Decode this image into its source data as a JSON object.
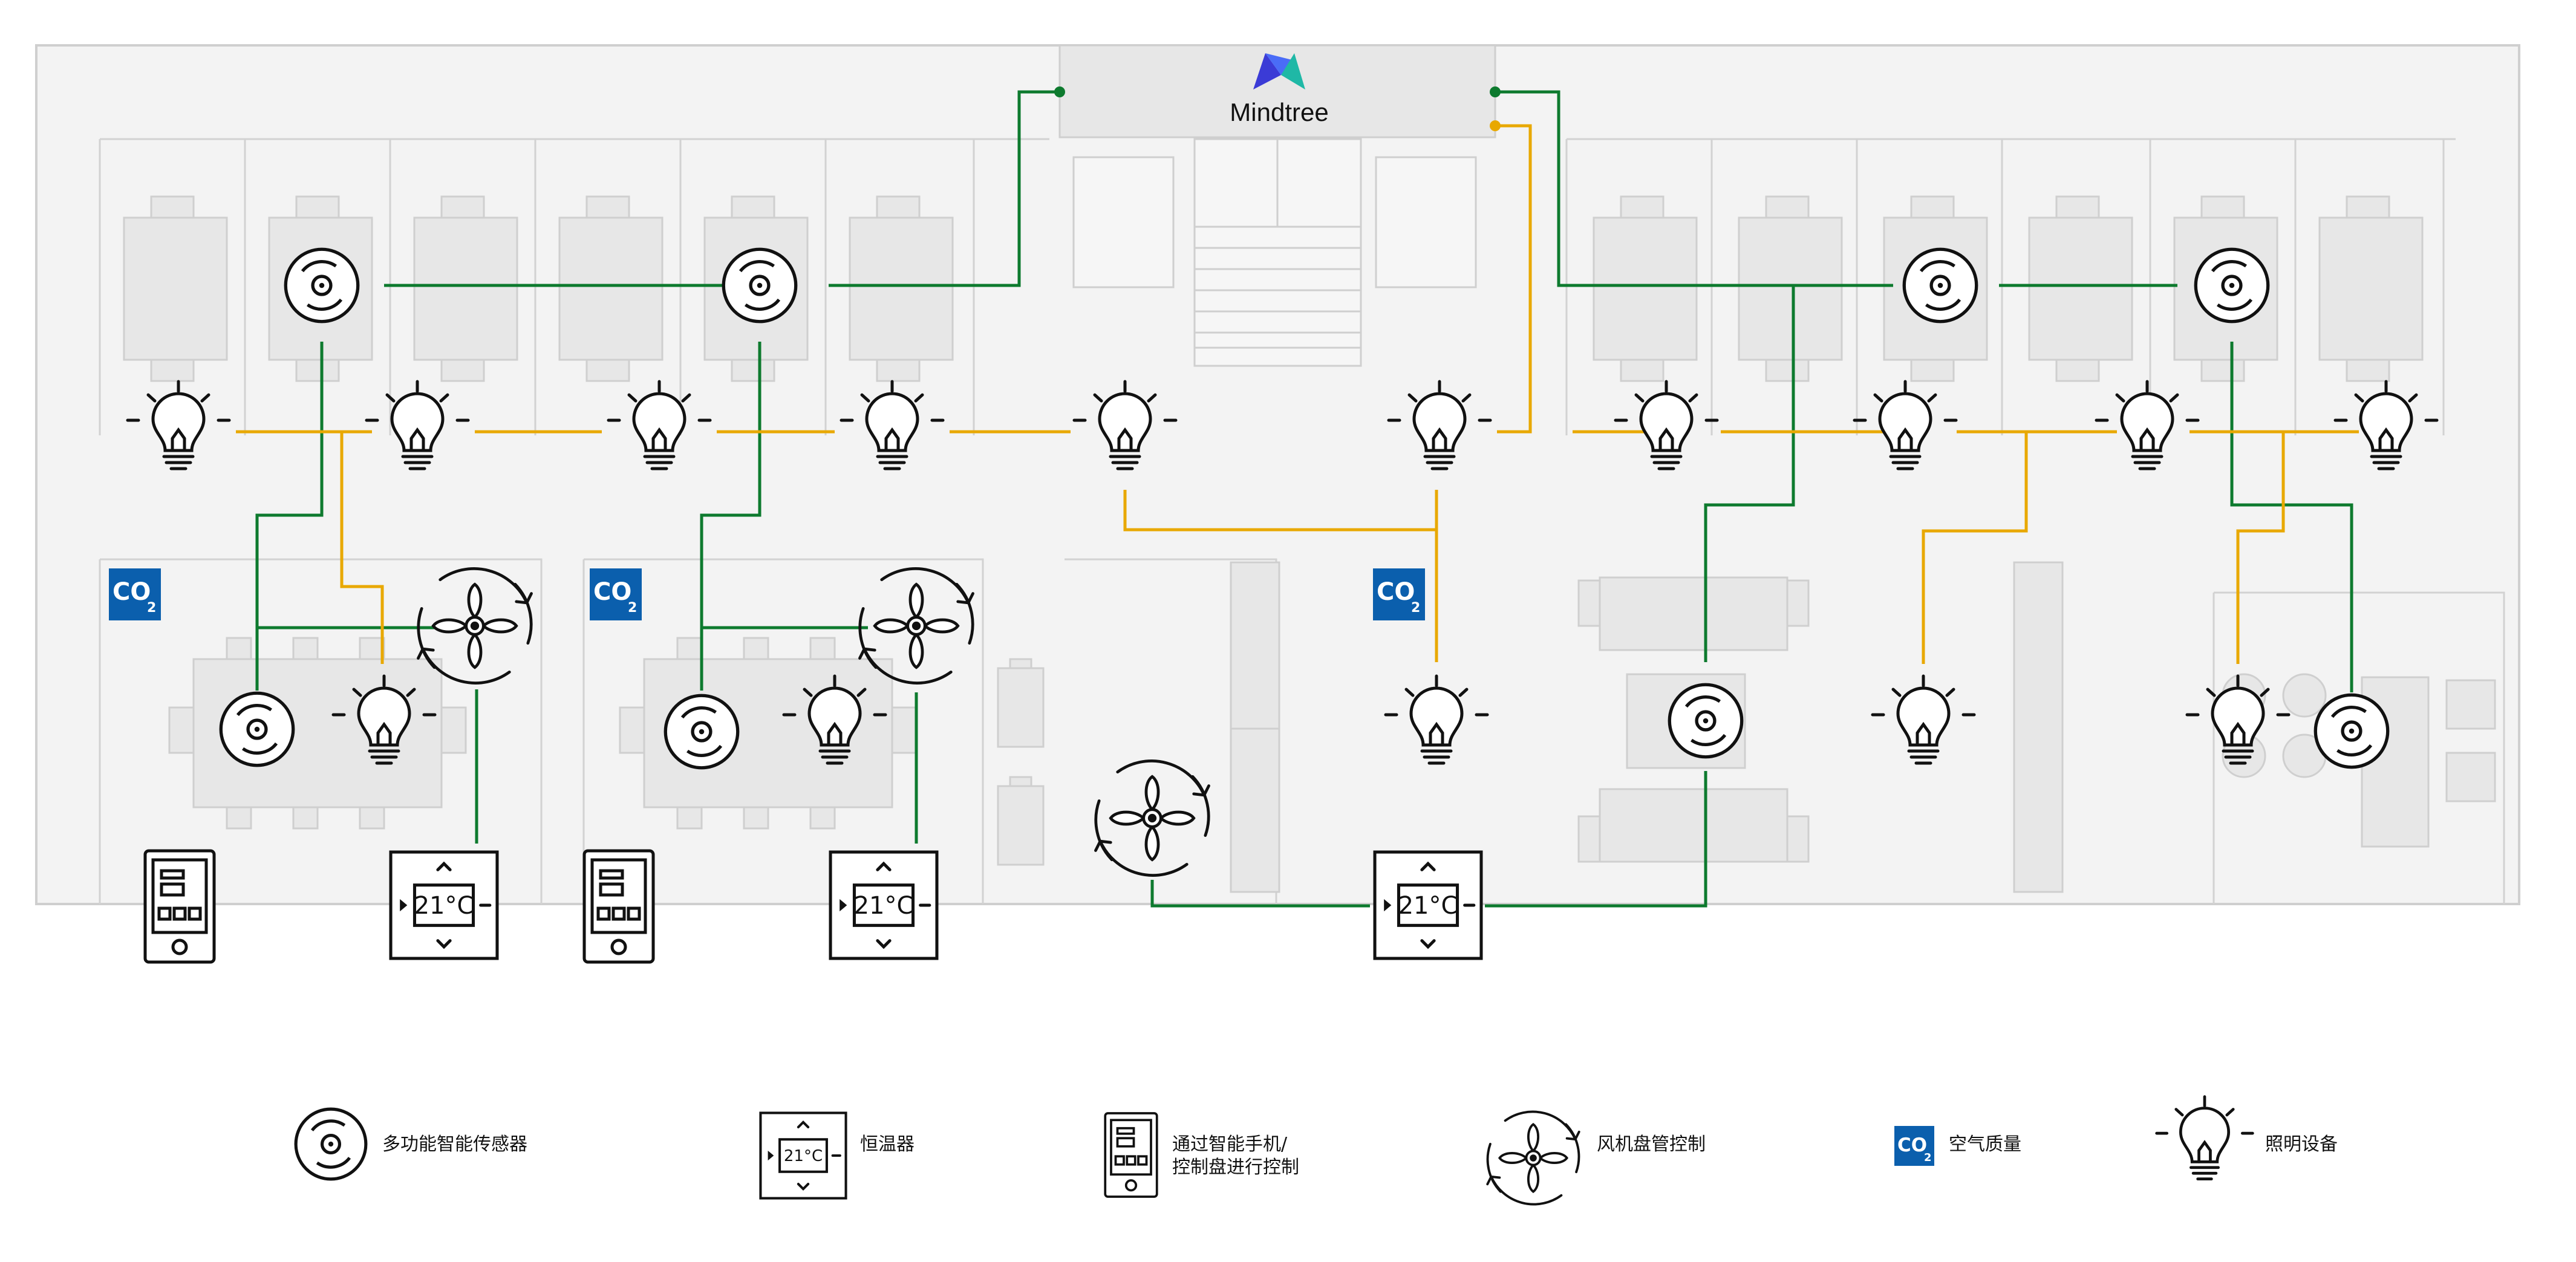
{
  "brand": {
    "name": "Mindtree",
    "logo_colors": [
      "#4a6cf7",
      "#1fb8a6",
      "#3b3bd6"
    ]
  },
  "colors": {
    "green_line": "#0d7a2e",
    "yellow_line": "#e8a800",
    "co2_badge": "#0b5fad",
    "floor_fill": "#f3f3f3",
    "furniture": "#e6e6e6",
    "wall_stroke": "#cfcfcf",
    "icon_stroke": "#111111"
  },
  "devices": {
    "thermostat_reading": "21°C",
    "co2_label": "CO",
    "co2_subscript": "2"
  },
  "legend": [
    {
      "icon": "multi-sensor-icon",
      "label": "多功能智能传感器"
    },
    {
      "icon": "thermostat-icon",
      "label": "恒温器"
    },
    {
      "icon": "control-panel-icon",
      "label": "通过智能手机/",
      "label2": "控制盘进行控制"
    },
    {
      "icon": "fan-coil-icon",
      "label": "风机盘管控制"
    },
    {
      "icon": "co2-icon",
      "label": "空气质量"
    },
    {
      "icon": "light-bulb-icon",
      "label": "照明设备"
    }
  ]
}
